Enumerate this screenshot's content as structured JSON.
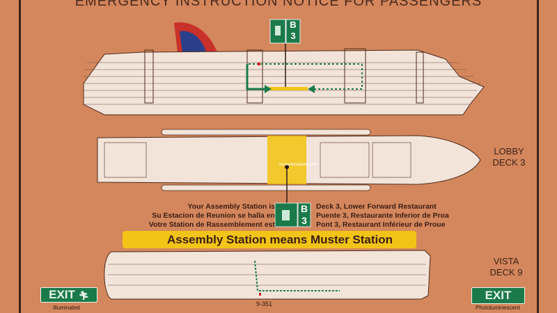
{
  "title": "EMERGENCY INSTRUCTION NOTICE FOR PASSENGERS",
  "station_code": {
    "letter": "B",
    "number": "3"
  },
  "watermark": "cruisedeckplans.com",
  "decks": [
    {
      "name": "LOBBY",
      "number": "DECK 3"
    },
    {
      "name": "VISTA",
      "number": "DECK 9"
    }
  ],
  "assembly": {
    "left_lines": [
      "Your Assembly Station is",
      "Su Estacion de Reunion se halla en",
      "Votre Station de Rassemblement est"
    ],
    "right_lines": [
      "Deck 3, Lower Forward Restaurant",
      "Puente 3, Restaurante Inferior de Proa",
      "Pont 3, Restaurant Inférieur de Proue"
    ]
  },
  "muster_banner": "Assembly Station means Muster Station",
  "cabin_number": "9-351",
  "exit_signs": [
    {
      "label": "EXIT",
      "caption": "Illuminated"
    },
    {
      "label": "EXIT",
      "caption": "Photoluminescent"
    }
  ],
  "colors": {
    "background": "#d4875c",
    "green": "#1b7a4a",
    "yellow": "#f2c418",
    "ship": "#f3e4da"
  }
}
